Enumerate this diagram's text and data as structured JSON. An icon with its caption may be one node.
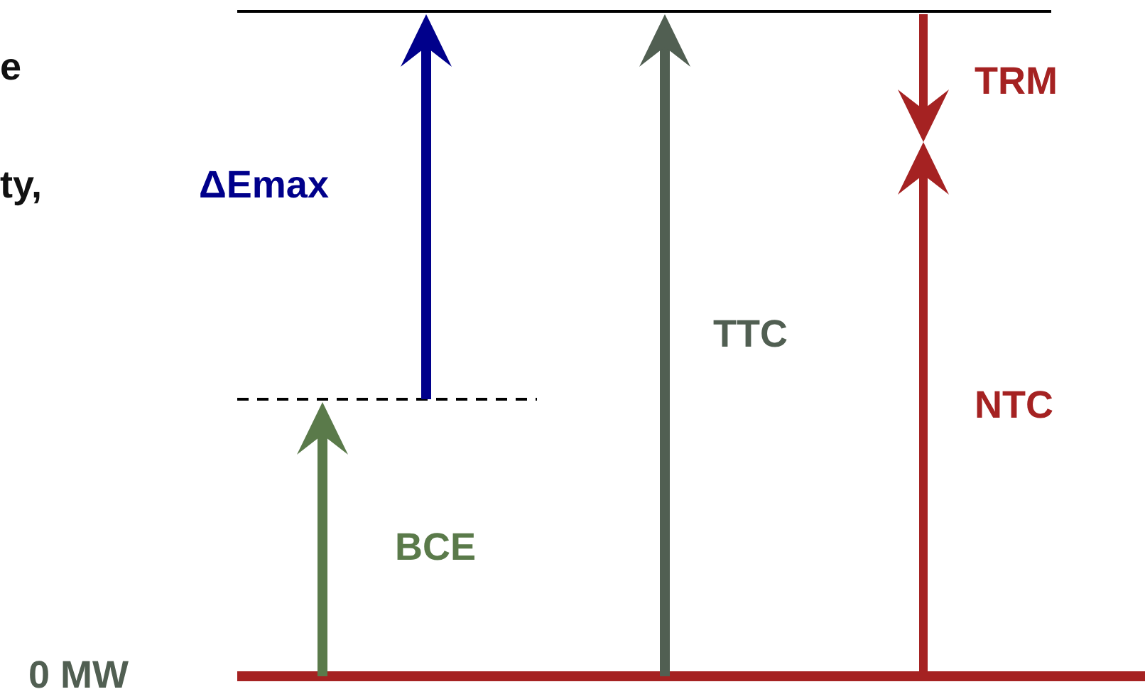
{
  "diagram": {
    "labels": [
      "e",
      "ty,",
      "ΔEmax",
      "TRM",
      "TTC",
      "NTC",
      "BCE",
      "0 MW"
    ]
  }
}
